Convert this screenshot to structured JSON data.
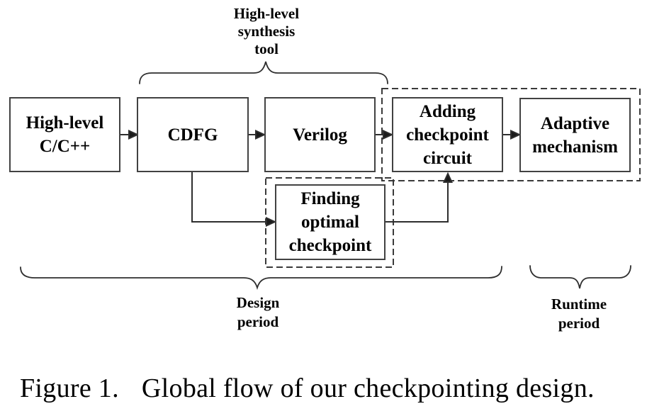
{
  "figure": {
    "top_brace_label": {
      "line1": "High-level",
      "line2": "synthesis",
      "line3": "tool"
    },
    "boxes": {
      "high_level_c": {
        "line1": "High-level",
        "line2": "C/C++"
      },
      "cdfg": {
        "line1": "CDFG"
      },
      "verilog": {
        "line1": "Verilog"
      },
      "adding_checkpoint": {
        "line1": "Adding",
        "line2": "checkpoint",
        "line3": "circuit"
      },
      "adaptive_mechanism": {
        "line1": "Adaptive",
        "line2": "mechanism"
      },
      "finding_optimal": {
        "line1": "Finding",
        "line2": "optimal",
        "line3": "checkpoint"
      }
    },
    "bottom_brace_labels": {
      "design": {
        "line1": "Design",
        "line2": "period"
      },
      "runtime": {
        "line1": "Runtime",
        "line2": "period"
      }
    },
    "caption": {
      "figure_label": "Figure 1.",
      "text": "Global flow of our checkpointing design."
    },
    "colors": {
      "background": "#ffffff",
      "line": "#3a3a3a",
      "box_border": "#424242",
      "text": "#000000"
    }
  }
}
